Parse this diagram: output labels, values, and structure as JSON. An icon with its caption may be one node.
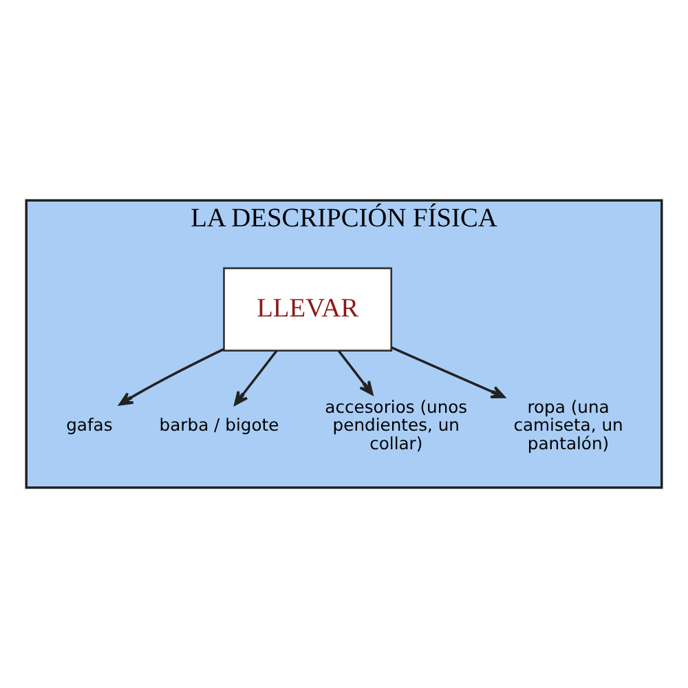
{
  "diagram": {
    "nodes": [
      {
        "text": [
          "LA DESCRIPCIÓN FÍSICA"
        ]
      },
      {
        "text": [
          "LLEVAR"
        ],
        "in": 0
      },
      {
        "text": [
          "gafas"
        ],
        "in": 0
      },
      {
        "text": [
          "barba / bigote"
        ],
        "in": 0
      },
      {
        "text": [
          "accesorios (unos pendientes, un collar)"
        ],
        "in": 0
      },
      {
        "text": [
          "ropa (una camiseta, un pantalón)"
        ],
        "in": 0
      }
    ],
    "edges": [
      {
        "from": 1,
        "to": 2,
        "arrow": "to"
      },
      {
        "from": 1,
        "to": 3,
        "arrow": "to"
      },
      {
        "from": 1,
        "to": 4,
        "arrow": "to"
      },
      {
        "from": 1,
        "to": 5,
        "arrow": "to"
      }
    ]
  }
}
